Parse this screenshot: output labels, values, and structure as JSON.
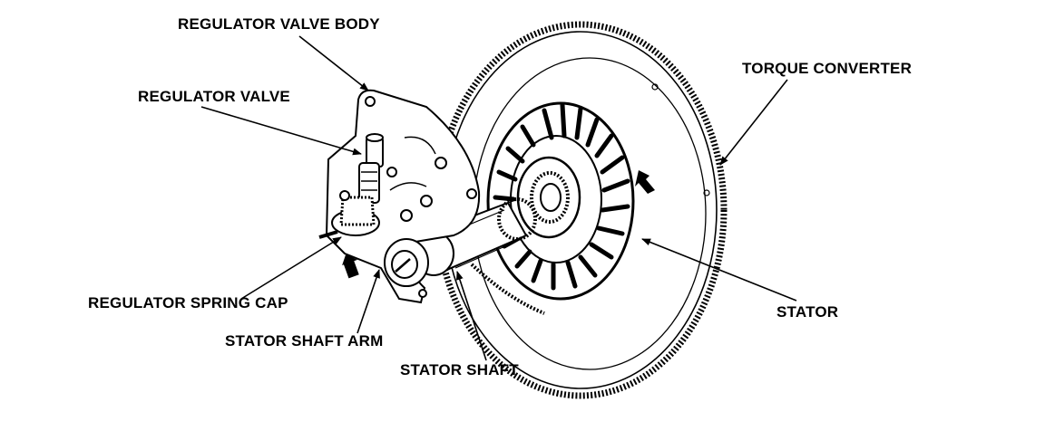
{
  "labels": {
    "regulator_valve_body": "REGULATOR VALVE BODY",
    "regulator_valve": "REGULATOR VALVE",
    "torque_converter": "TORQUE CONVERTER",
    "regulator_spring_cap": "REGULATOR SPRING CAP",
    "stator_shaft_arm": "STATOR SHAFT ARM",
    "stator_shaft": "STATOR SHAFT",
    "stator": "STATOR"
  }
}
